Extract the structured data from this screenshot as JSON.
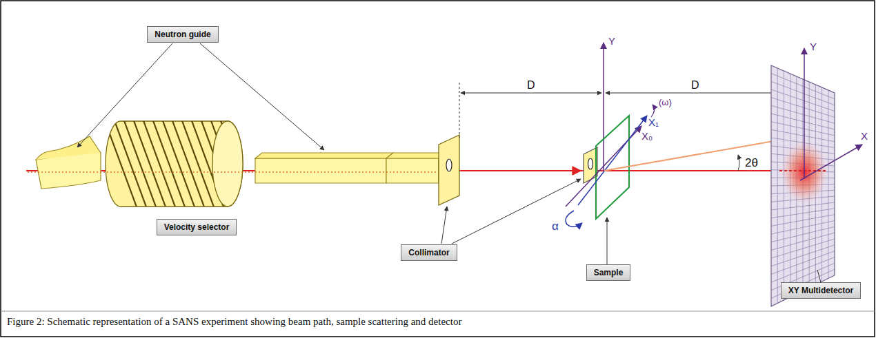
{
  "diagram": {
    "caption": "Figure 2: Schematic representation of a SANS experiment showing beam path, sample scattering and detector",
    "nodes": [
      {
        "text": [
          "Neutron guide"
        ]
      },
      {
        "text": [
          "Velocity selector"
        ]
      },
      {
        "text": [
          "Collimator"
        ]
      },
      {
        "text": [
          "Sample"
        ]
      },
      {
        "text": [
          "XY Multidetector"
        ]
      }
    ],
    "labels": [
      "D",
      "D",
      "Y",
      "X₁",
      "(ω)",
      "X₀",
      "α",
      "2θ",
      "Y",
      "X"
    ]
  }
}
